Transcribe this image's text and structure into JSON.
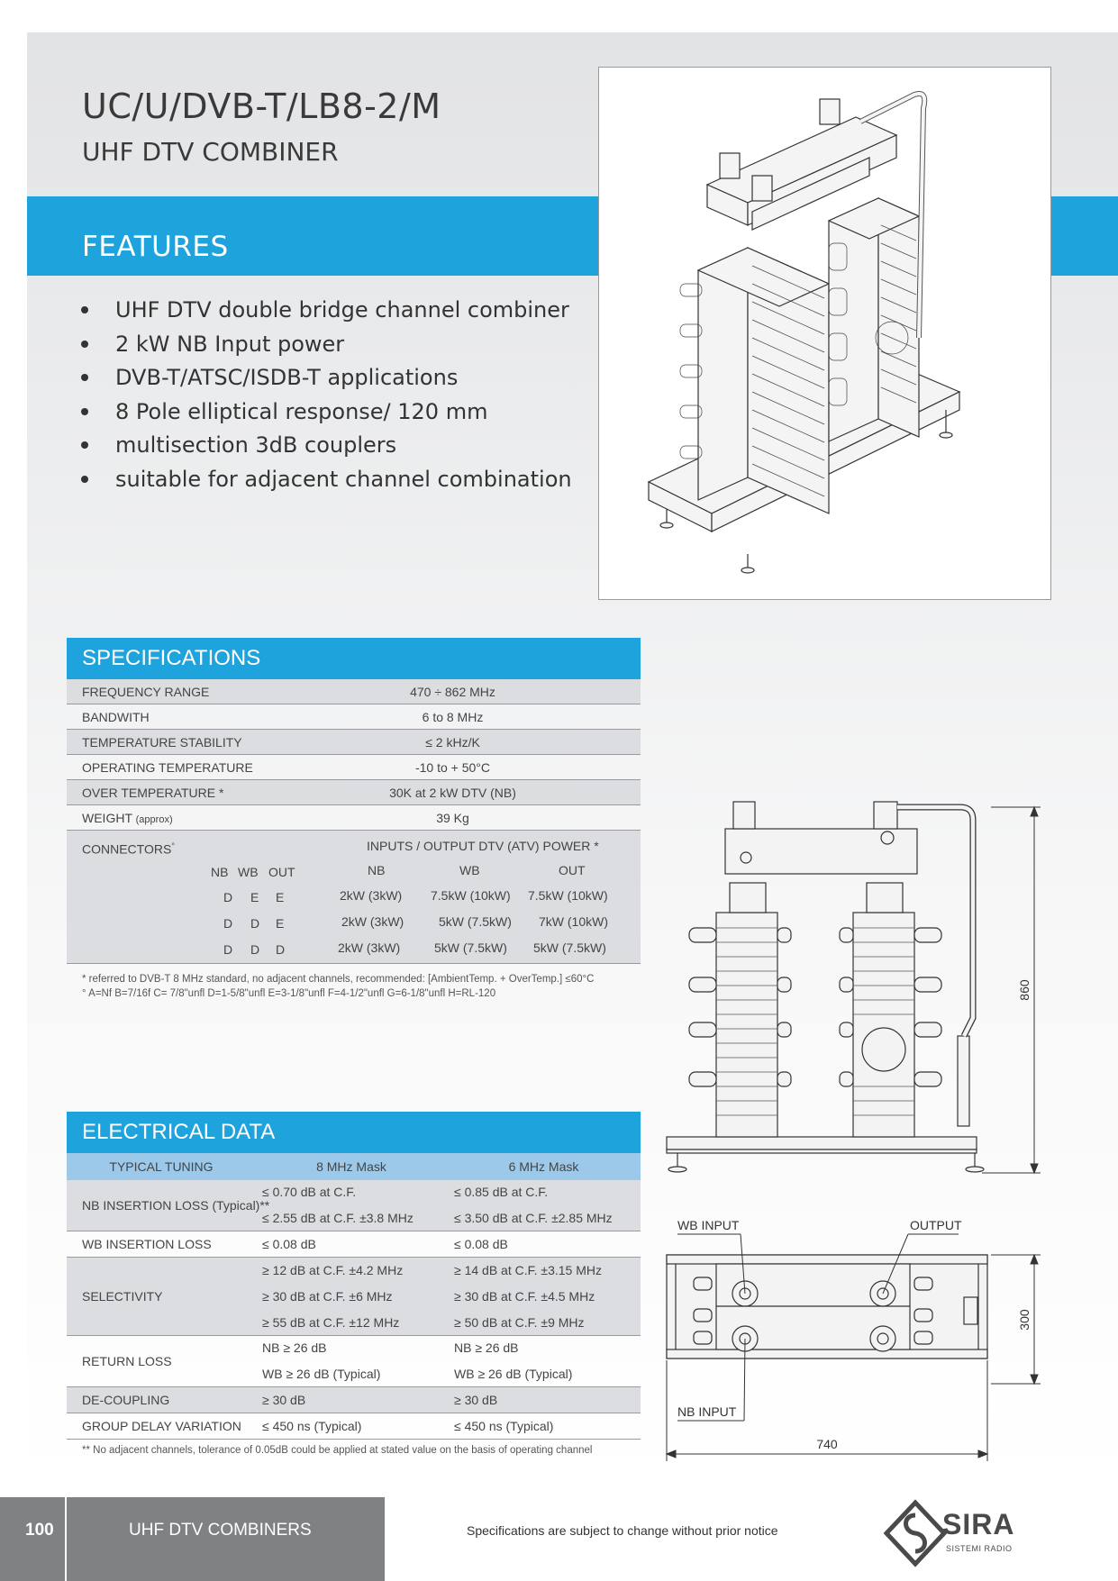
{
  "header": {
    "model": "UC/U/DVB-T/LB8-2/M",
    "product_type": "UHF DTV COMBINER"
  },
  "features": {
    "title": "FEATURES",
    "items": [
      "UHF DTV double bridge channel combiner",
      "2 kW NB Input power",
      "DVB-T/ATSC/ISDB-T applications",
      "8 Pole elliptical response/ 120 mm",
      "multisection 3dB couplers",
      "suitable for adjacent channel combination"
    ]
  },
  "specifications": {
    "title": "SPECIFICATIONS",
    "rows": [
      {
        "label": "FREQUENCY RANGE",
        "value": "470 ÷ 862 MHz"
      },
      {
        "label": "BANDWITH",
        "value": "6 to 8 MHz"
      },
      {
        "label": "TEMPERATURE STABILITY",
        "value": "≤ 2 kHz/K"
      },
      {
        "label": "OPERATING TEMPERATURE",
        "value": "-10 to + 50°C"
      },
      {
        "label": "OVER TEMPERATURE *",
        "value": "30K at 2 kW DTV (NB)"
      },
      {
        "label": "WEIGHT",
        "label_note": "(approx)",
        "value": "39 Kg"
      }
    ],
    "connectors": {
      "label": "CONNECTORS",
      "marker": "°",
      "power_header": "INPUTS / OUTPUT  DTV (ATV) POWER *",
      "conn_headers": [
        "NB",
        "WB",
        "OUT"
      ],
      "power_headers": [
        "NB",
        "WB",
        "OUT"
      ],
      "rows": [
        {
          "conn": [
            "D",
            "E",
            "E"
          ],
          "power": [
            "2kW  (3kW)",
            "7.5kW  (10kW)",
            "7.5kW  (10kW)"
          ]
        },
        {
          "conn": [
            "D",
            "D",
            "E"
          ],
          "power": [
            "2kW  (3kW)",
            "5kW  (7.5kW)",
            "7kW  (10kW)"
          ]
        },
        {
          "conn": [
            "D",
            "D",
            "D"
          ],
          "power": [
            "2kW  (3kW)",
            "5kW  (7.5kW)",
            "5kW  (7.5kW)"
          ]
        }
      ]
    },
    "notes": [
      "* referred to DVB-T 8 MHz standard, no adjacent channels, recommended: [AmbientTemp. + OverTemp.] ≤60°C",
      "° A=Nf    B=7/16f    C= 7/8\"unfl    D=1-5/8\"unfl    E=3-1/8\"unfl    F=4-1/2\"unfl    G=6-1/8\"unfl    H=RL-120"
    ]
  },
  "electrical": {
    "title": "ELECTRICAL DATA",
    "headers": [
      "TYPICAL TUNING",
      "8 MHz Mask",
      "6 MHz Mask"
    ],
    "groups": [
      {
        "label": "NB INSERTION LOSS (Typical)**",
        "rows": [
          [
            "≤ 0.70 dB at C.F.",
            "≤ 0.85 dB at C.F."
          ],
          [
            "≤ 2.55 dB at C.F. ±3.8 MHz",
            "≤ 3.50 dB at C.F. ±2.85 MHz"
          ]
        ]
      },
      {
        "label": "WB INSERTION LOSS",
        "rows": [
          [
            "≤ 0.08 dB",
            "≤ 0.08 dB"
          ]
        ]
      },
      {
        "label": "SELECTIVITY",
        "rows": [
          [
            "≥ 12 dB at C.F. ±4.2 MHz",
            "≥ 14 dB at C.F. ±3.15 MHz"
          ],
          [
            "≥ 30 dB at C.F. ±6 MHz",
            "≥ 30 dB at C.F. ±4.5 MHz"
          ],
          [
            "≥ 55 dB at C.F. ±12 MHz",
            "≥ 50 dB at C.F. ±9 MHz"
          ]
        ]
      },
      {
        "label": "RETURN LOSS",
        "rows": [
          [
            "NB ≥ 26 dB",
            "NB ≥ 26 dB"
          ],
          [
            "WB ≥ 26 dB (Typical)",
            "WB ≥ 26 dB (Typical)"
          ]
        ]
      },
      {
        "label": "DE-COUPLING",
        "rows": [
          [
            "≥ 30 dB",
            "≥ 30 dB"
          ]
        ]
      },
      {
        "label": "GROUP DELAY VARIATION",
        "rows": [
          [
            "≤ 450 ns (Typical)",
            "≤ 450 ns (Typical)"
          ]
        ]
      }
    ],
    "note": "** No adjacent channels, tolerance of 0.05dB could be applied at stated value on the basis of operating channel"
  },
  "drawing": {
    "height_dim": "860",
    "depth_dim": "300",
    "width_dim": "740",
    "wb_input": "WB INPUT",
    "output": "OUTPUT",
    "nb_input": "NB INPUT"
  },
  "footer": {
    "page_number": "100",
    "category": "UHF DTV COMBINERS",
    "disclaimer": "Specifications are subject to change without prior notice",
    "brand": "SIRA",
    "brand_sub": "SISTEMI RADIO"
  },
  "colors": {
    "accent": "#1ea3dc",
    "table_header_light": "#9cc9ea",
    "row_shade": "#dcdde0",
    "footer_gray": "#808183"
  }
}
